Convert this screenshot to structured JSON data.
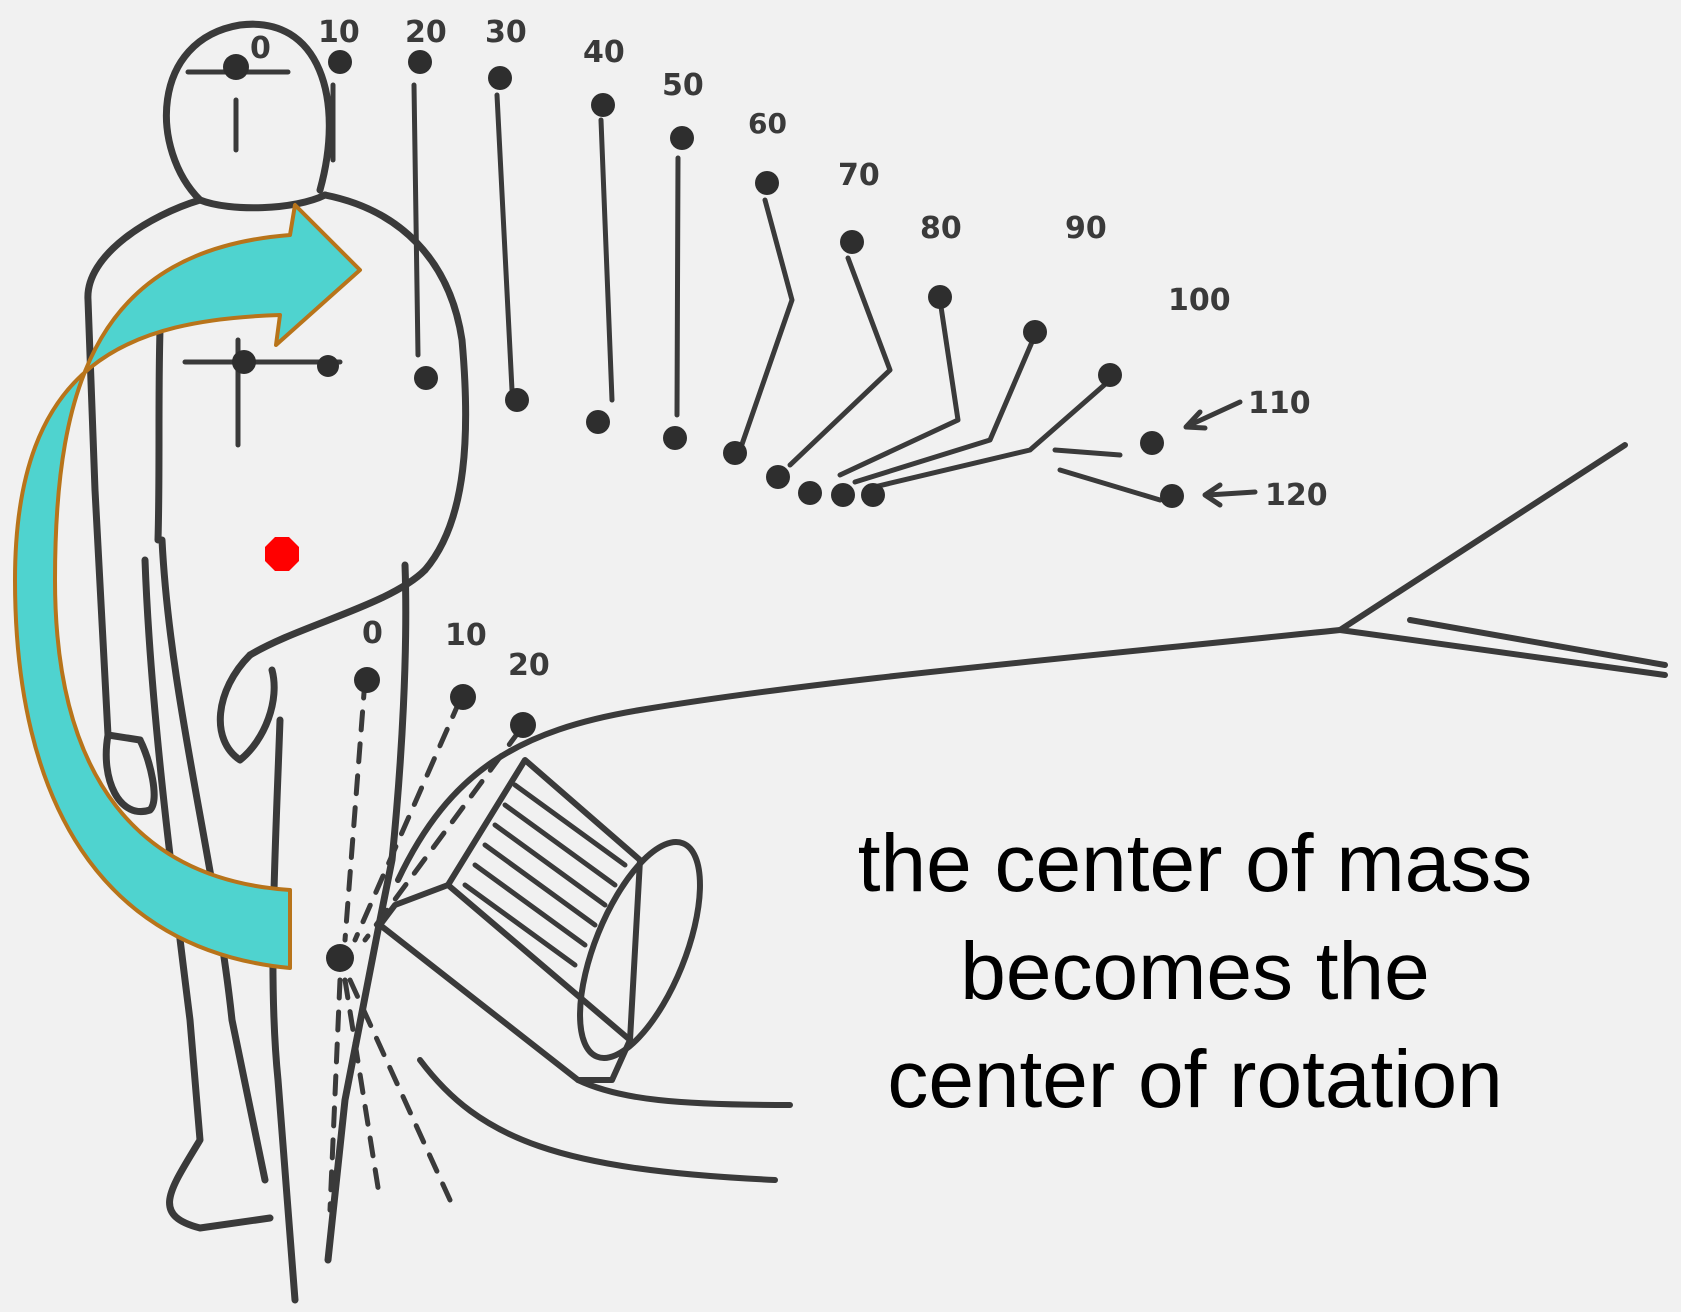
{
  "diagram": {
    "upper_track_labels": [
      "0",
      "10",
      "20",
      "30",
      "40",
      "50",
      "60",
      "70",
      "80",
      "90",
      "100",
      "110",
      "120"
    ],
    "lower_track_labels": [
      "0",
      "10",
      "20"
    ],
    "center_of_mass_marker_color": "#ff0000",
    "rotation_arrow_color": "#4fd3cf",
    "rotation_arrow_outline": "#b8741a"
  },
  "caption": {
    "line1": "the center of mass",
    "line2": "becomes the",
    "line3": "center of rotation"
  }
}
